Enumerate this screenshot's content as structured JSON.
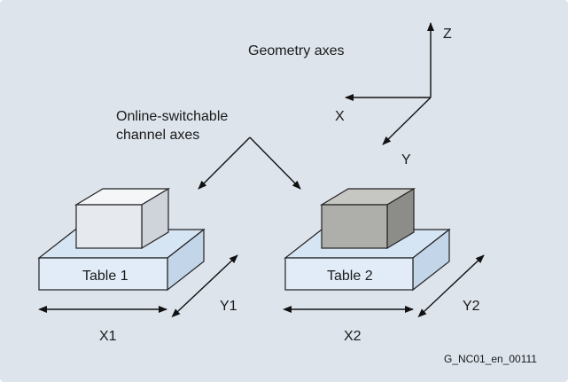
{
  "labels": {
    "geometry_axes": "Geometry axes",
    "channel_axes_line1": "Online-switchable",
    "channel_axes_line2": "channel axes",
    "axis_z": "Z",
    "axis_x": "X",
    "axis_y": "Y",
    "table1": "Table 1",
    "table2": "Table 2",
    "x1": "X1",
    "y1": "Y1",
    "x2": "X2",
    "y2": "Y2",
    "figure_ref": "G_NC01_en_00111"
  },
  "colors": {
    "background": "#dde4ec",
    "table_top": "#d6e5f4",
    "table_front": "#e1ecf8",
    "table_side": "#c3d5e8",
    "block1_front": "#e6e9ed",
    "block1_top": "#f4f6f8",
    "block1_side": "#cfd4da",
    "block2_front": "#aeaeaa",
    "block2_top": "#c6c6c2",
    "block2_side": "#8c8c88"
  }
}
